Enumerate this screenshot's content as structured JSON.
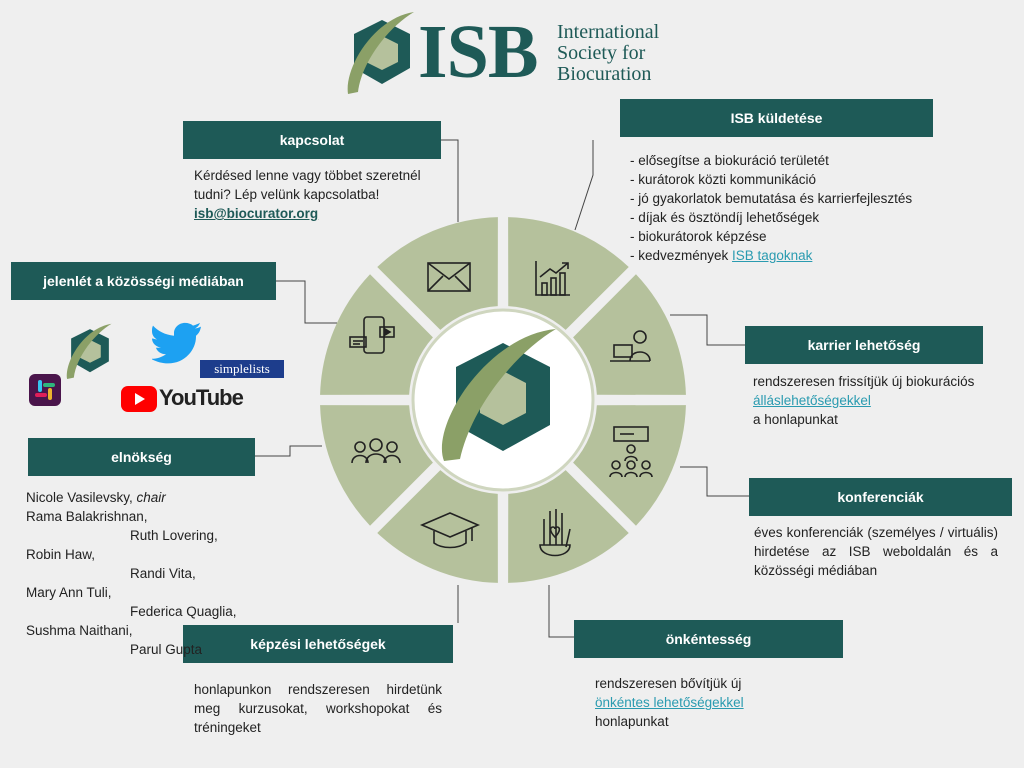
{
  "logo": {
    "abbr": "ISB",
    "line1": "International",
    "line2": "Society for",
    "line3": "Biocuration"
  },
  "sections": {
    "contact": {
      "title": "kapcsolat",
      "text": "Kérdésed lenne vagy többet szeretnél tudni? Lép velünk kapcsolatba!",
      "email": "isb@biocurator.org"
    },
    "mission": {
      "title": "ISB küldetése",
      "items": [
        "- elősegítse a biokuráció területét",
        "- kurátorok közti kommunikáció",
        "- jó gyakorlatok bemutatása és karrierfejlesztés",
        "- díjak és ösztöndíj lehetőségek",
        "- biokurátorok képzése"
      ],
      "last_prefix": "- kedvezmények ",
      "last_link": "ISB tagoknak"
    },
    "social": {
      "title": "jelenlét a közösségi médiában",
      "simplelists": "simplelists",
      "youtube": "YouTube"
    },
    "career": {
      "title": "karrier lehetőség",
      "text_before": "rendszeresen frissítjük új biokurációs ",
      "link": "álláslehetőségekkel",
      "text_after": "a honlapunkat"
    },
    "presidency": {
      "title": "elnökség",
      "chair_name": "Nicole Vasilevsky, ",
      "chair_role": "chair",
      "lines": [
        "Rama Balakrishnan,",
        "Ruth Lovering,",
        "Robin Haw,",
        "Randi Vita,",
        "Mary Ann Tuli,",
        "Federica Quaglia,",
        "Sushma Naithani,",
        "Parul Gupta"
      ]
    },
    "conferences": {
      "title": "konferenciák",
      "text": "éves konferenciák (személyes / virtuális) hirdetése az ISB weboldalán és a közösségi médiában"
    },
    "training": {
      "title": "képzési lehetőségek",
      "text": "honlapunkon rendszeresen hirdetünk meg kurzusokat, workshopokat és tréningeket"
    },
    "volunteering": {
      "title": "önkéntesség",
      "text_before": "rendszeresen bővítjük új",
      "link": "önkéntes lehetőségekkel",
      "text_after": "honlapunkat"
    }
  },
  "wheel_icons": [
    "envelope-icon",
    "growth-chart-icon",
    "laptop-user-icon",
    "conference-icon",
    "volunteer-hand-icon",
    "graduation-cap-icon",
    "people-group-icon",
    "social-devices-icon"
  ],
  "colors": {
    "primary": "#1e5a57",
    "wheel": "#b5c19c",
    "accent": "#5a7a3a",
    "link": "#2a9bb0",
    "background": "#efefef"
  }
}
